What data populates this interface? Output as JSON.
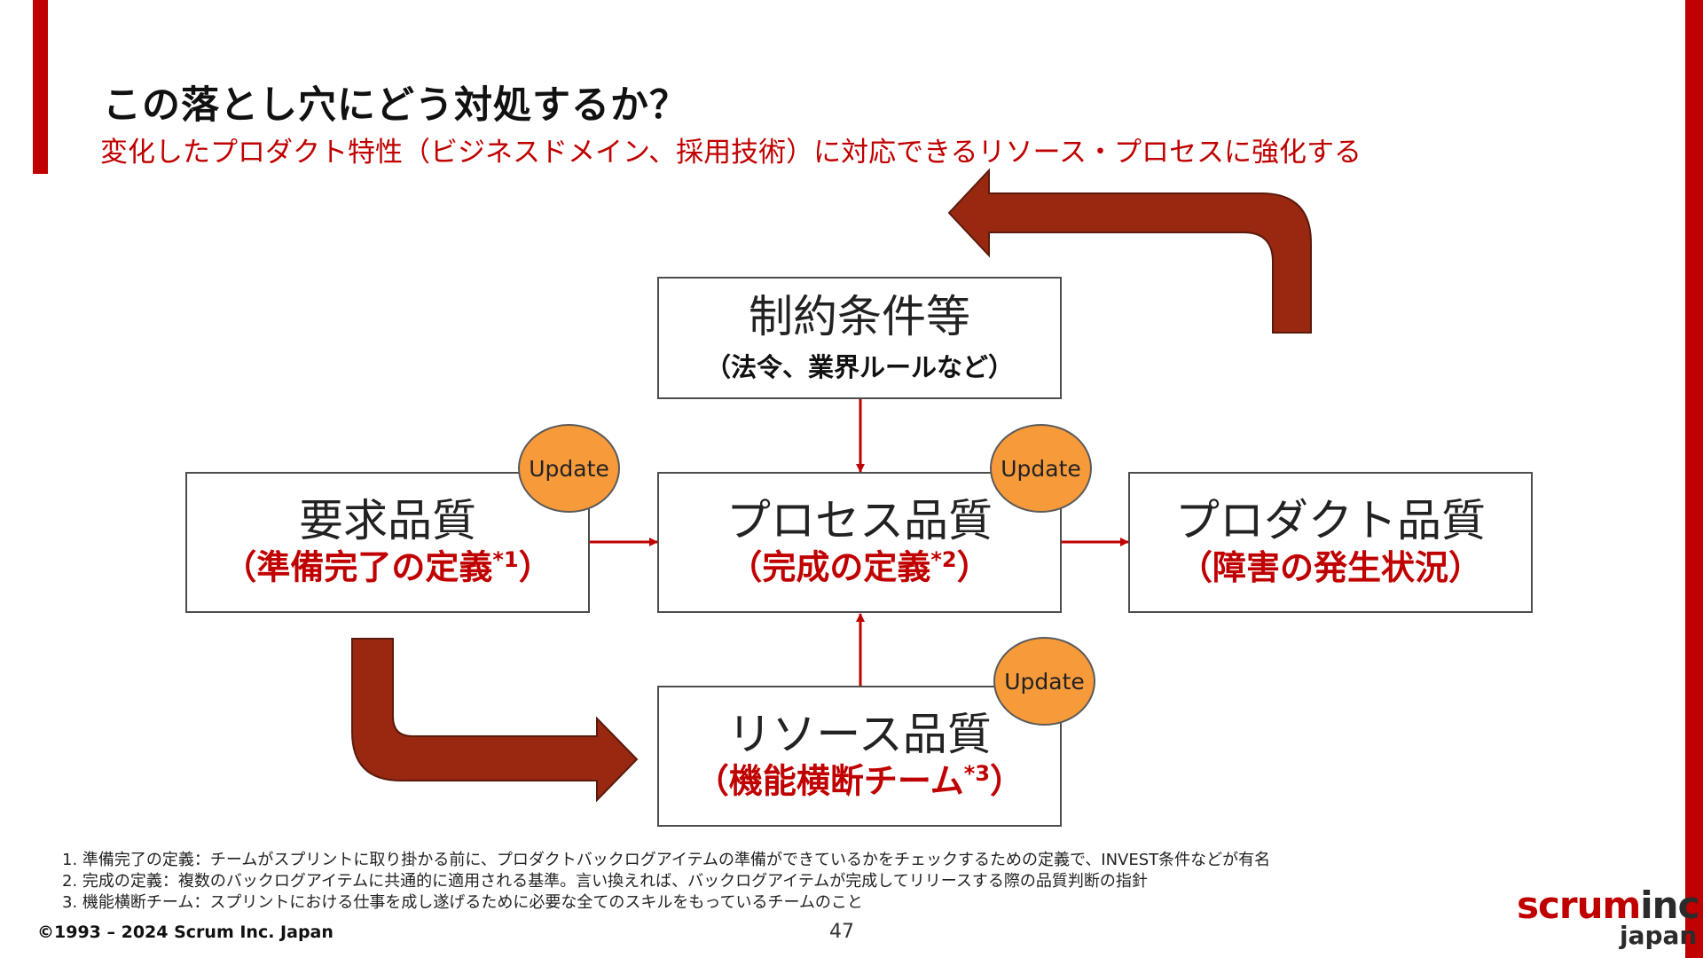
{
  "slide": {
    "title": "この落とし穴にどう対処するか？",
    "subtitle": "変化したプロダクト特性（ビジネスドメイン、採用技術）に対応できるリソース・プロセスに強化する"
  },
  "boxes": {
    "constraints": {
      "main": "制約条件等",
      "sub": "（法令、業界ルールなど）"
    },
    "requirement": {
      "main": "要求品質",
      "sub": "（準備完了の定義",
      "sup": "*1",
      "close": "）"
    },
    "process": {
      "main": "プロセス品質",
      "sub": "（完成の定義",
      "sup": "*2",
      "close": "）"
    },
    "product": {
      "main": "プロダクト品質",
      "sub": "（障害の発生状況）"
    },
    "resource": {
      "main": "リソース品質",
      "sub": "（機能横断チーム",
      "sup": "*3",
      "close": "）"
    }
  },
  "badges": [
    "Update",
    "Update",
    "Update"
  ],
  "footnotes": [
    "1. 準備完了の定義：チームがスプリントに取り掛かる前に、プロダクトバックログアイテムの準備ができているかをチェックするための定義で、INVEST条件などが有名",
    "2. 完成の定義：複数のバックログアイテムに共通的に適用される基準。言い換えれば、バックログアイテムが完成してリリースする際の品質判断の指針",
    "3. 機能横断チーム：スプリントにおける仕事を成し遂げるために必要な全てのスキルをもっているチームのこと"
  ],
  "footer": {
    "copyright": "©1993 – 2024 Scrum Inc. Japan",
    "page_number": "47",
    "logo_scrum": "scrum",
    "logo_inc": "inc.",
    "logo_japan": "japan"
  },
  "colors": {
    "accent_red": "#c00000",
    "arrow_dark_red": "#992811",
    "badge_orange": "#f79a3a"
  }
}
